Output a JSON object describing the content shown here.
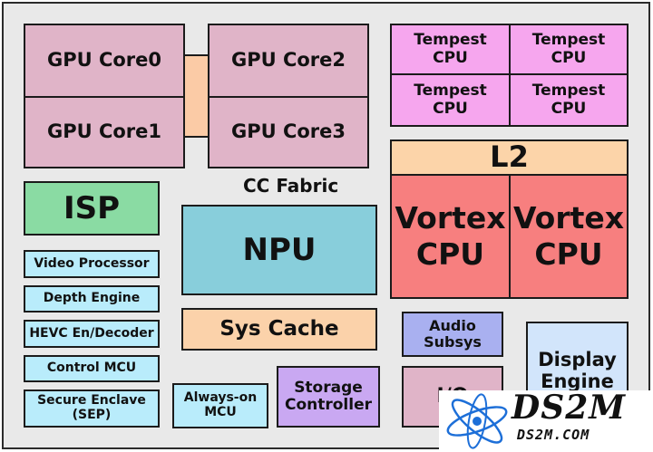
{
  "colors": {
    "gpu": "#e0b4c8",
    "fabric_link": "#fbcba6",
    "tempest": "#f6a6ee",
    "l2": "#fcd4a9",
    "vortex": "#f77f7f",
    "isp": "#8adba3",
    "npu": "#88cedb",
    "sys_cache": "#fbd2aa",
    "small_block": "#b9ecfb",
    "audio": "#a9b0f0",
    "storage": "#c9a8f2",
    "display": "#d2e5fb",
    "io": "#e0b4c8"
  },
  "gpu": {
    "core0": "GPU Core0",
    "core1": "GPU Core1",
    "core2": "GPU Core2",
    "core3": "GPU Core3"
  },
  "fabric_label": "CC Fabric",
  "tempest": [
    "Tempest\nCPU",
    "Tempest\nCPU",
    "Tempest\nCPU",
    "Tempest\nCPU"
  ],
  "l2": "L2",
  "vortex": [
    "Vortex\nCPU",
    "Vortex\nCPU"
  ],
  "isp": "ISP",
  "npu": "NPU",
  "sys_cache": "Sys Cache",
  "left_blocks": [
    "Video Processor",
    "Depth Engine",
    "HEVC En/Decoder",
    "Control MCU",
    "Secure Enclave\n(SEP)"
  ],
  "always_on": "Always-on\nMCU",
  "storage": "Storage\nController",
  "audio": "Audio\nSubsys",
  "display": "Display\nEngine",
  "io": "I/O",
  "watermark": {
    "name": "DS2M",
    "url": "DS2M.COM"
  }
}
